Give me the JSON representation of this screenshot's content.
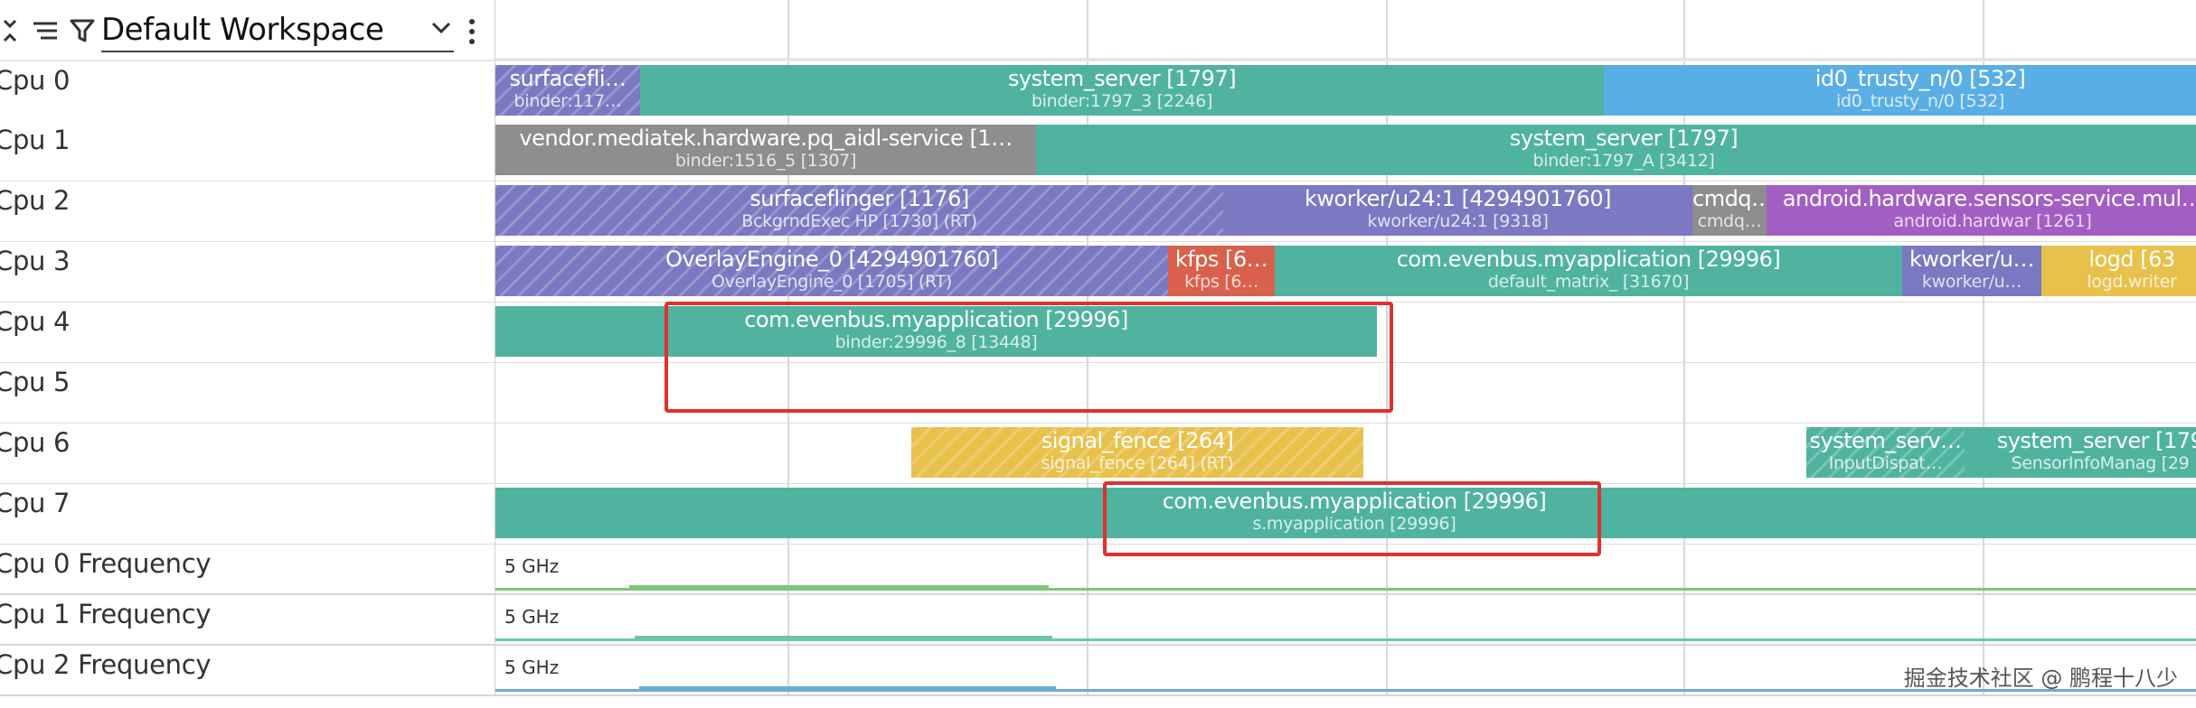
{
  "toolbar": {
    "collapse_icon": "collapse-all-icon",
    "sort_icon": "sort-lines-icon",
    "filter_icon": "filter-icon",
    "workspace": "Default Workspace",
    "chevron_icon": "chevron-down-icon",
    "more_icon": "more-vert-icon"
  },
  "tracks": [
    {
      "label": "Cpu 0",
      "slices": [
        {
          "t1": "surfacefli…",
          "t2": "binder:117…",
          "color": "#7a79c2",
          "hatched": true
        },
        {
          "t1": "system_server [1797]",
          "t2": "binder:1797_3 [2246]",
          "color": "#4fb3a0",
          "hatched": false
        },
        {
          "t1": "id0_trusty_n/0 [532]",
          "t2": "id0_trusty_n/0 [532]",
          "color": "#5aaee6",
          "hatched": false
        }
      ]
    },
    {
      "label": "Cpu 1",
      "slices": [
        {
          "t1": "vendor.mediatek.hardware.pq_aidl-service [1…",
          "t2": "binder:1516_5 [1307]",
          "color": "#8e8e8e",
          "hatched": false
        },
        {
          "t1": "system_server [1797]",
          "t2": "binder:1797_A [3412]",
          "color": "#4fb3a0",
          "hatched": false
        }
      ]
    },
    {
      "label": "Cpu 2",
      "slices": [
        {
          "t1": "surfaceflinger [1176]",
          "t2": "BckgrndExec HP [1730] (RT)",
          "color": "#7a79c2",
          "hatched": true
        },
        {
          "t1": "kworker/u24:1 [4294901760]",
          "t2": "kworker/u24:1 [9318]",
          "color": "#7a79c2",
          "hatched": false
        },
        {
          "t1": "cmdq…",
          "t2": "cmdq…",
          "color": "#8e8e8e",
          "hatched": false
        },
        {
          "t1": "android.hardware.sensors-service.mul…",
          "t2": "android.hardwar [1261]",
          "color": "#a35ec4",
          "hatched": false
        }
      ]
    },
    {
      "label": "Cpu 3",
      "slices": [
        {
          "t1": "OverlayEngine_0 [4294901760]",
          "t2": "OverlayEngine_0 [1705] (RT)",
          "color": "#7a79c2",
          "hatched": true
        },
        {
          "t1": "kfps [6…",
          "t2": "kfps [6…",
          "color": "#d9604d",
          "hatched": false
        },
        {
          "t1": "com.evenbus.myapplication [29996]",
          "t2": "default_matrix_ [31670]",
          "color": "#4fb3a0",
          "hatched": false
        },
        {
          "t1": "kworker/u…",
          "t2": "kworker/u…",
          "color": "#7a79c2",
          "hatched": false
        },
        {
          "t1": "logd [63",
          "t2": "logd.writer",
          "color": "#e8c14c",
          "hatched": false
        }
      ]
    },
    {
      "label": "Cpu 4",
      "slices": [
        {
          "t1": "com.evenbus.myapplication [29996]",
          "t2": "binder:29996_8 [13448]",
          "color": "#4fb3a0",
          "hatched": false
        }
      ]
    },
    {
      "label": "Cpu 5",
      "slices": []
    },
    {
      "label": "Cpu 6",
      "slices": [
        {
          "t1": "signal_fence [264]",
          "t2": "signal_fence [264] (RT)",
          "color": "#e8c14c",
          "hatched": true
        },
        {
          "t1": "system_serv…",
          "t2": "InputDispat…",
          "color": "#4fb3a0",
          "hatched": true
        },
        {
          "t1": "system_server [179",
          "t2": "SensorInfoManag [29",
          "color": "#4fb3a0",
          "hatched": false
        }
      ]
    },
    {
      "label": "Cpu 7",
      "slices": [
        {
          "t1": "com.evenbus.myapplication [29996]",
          "t2": "s.myapplication [29996]",
          "color": "#4fb3a0",
          "hatched": false
        }
      ]
    }
  ],
  "freq_tracks": [
    {
      "label": "Cpu 0 Frequency",
      "scale": "5 GHz",
      "color": "#7cc77a"
    },
    {
      "label": "Cpu 1 Frequency",
      "scale": "5 GHz",
      "color": "#6fc7a8"
    },
    {
      "label": "Cpu 2 Frequency",
      "scale": "5 GHz",
      "color": "#6aaed0"
    }
  ],
  "watermark": "掘金技术社区 @ 鹏程十八少"
}
